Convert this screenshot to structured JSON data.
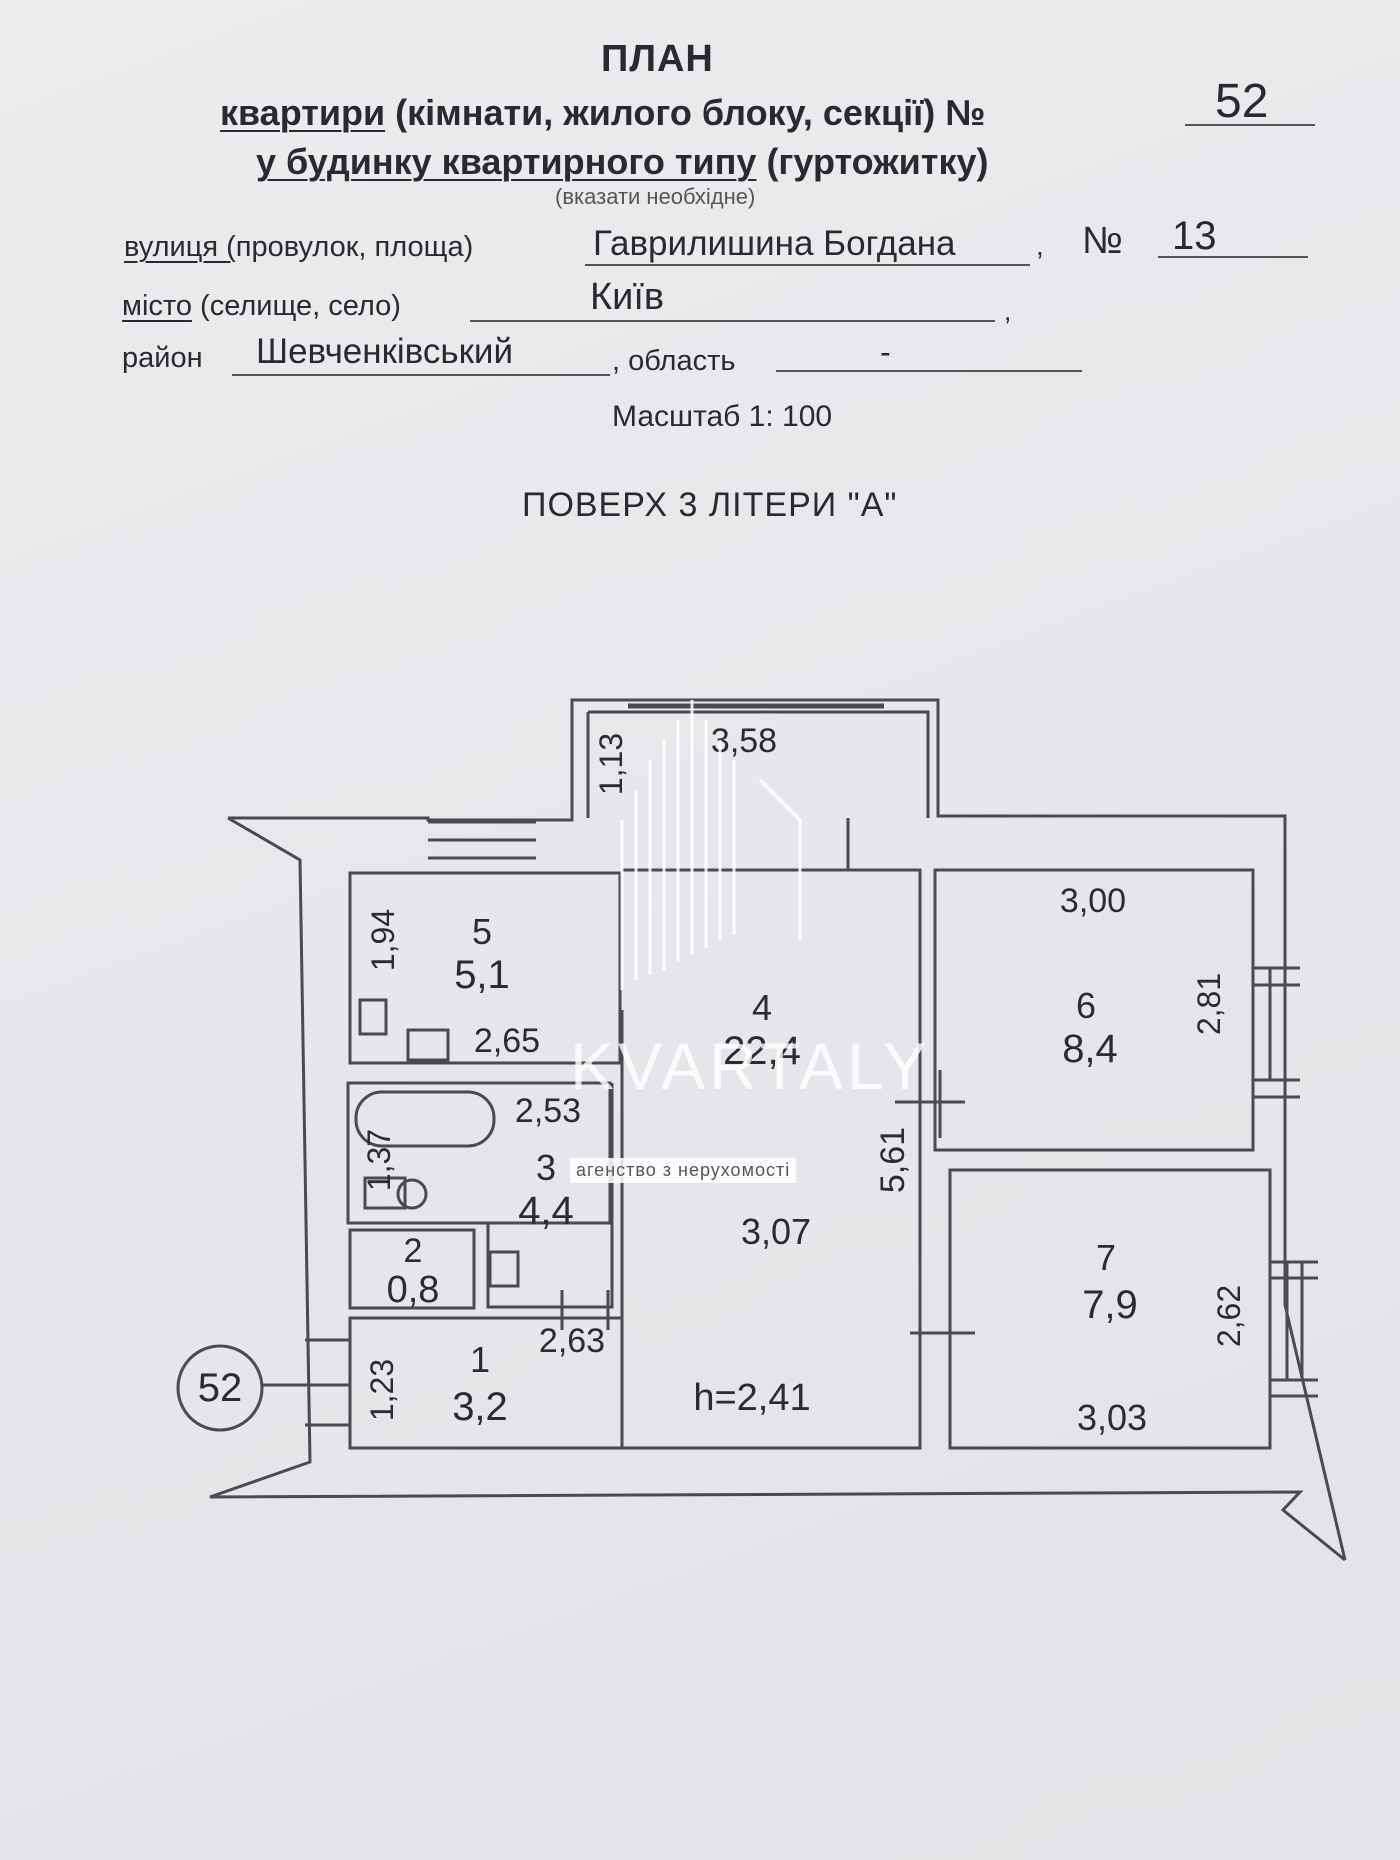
{
  "header": {
    "title": "ПЛАН",
    "line1_prefix": "квартири",
    "line1_rest": "(кімнати, жилого блоку, секції) №",
    "apt_no": "52",
    "line2_prefix": "у будинку квартирного типу",
    "line2_rest": "(гуртожитку)",
    "note": "(вказати необхідне)"
  },
  "address": {
    "street_label_prefix": "вулиця (",
    "street_label_rest": "провулок, площа)",
    "street_value": "Гаврилишина Богдана",
    "no_label": "№",
    "no_value": "13",
    "city_label_prefix": "місто",
    "city_label_rest": "(селище, село)",
    "city_value": "Київ",
    "district_label": "район",
    "district_value": "Шевченківський",
    "region_label": ", область",
    "region_value": "-",
    "scale": "Масштаб 1: 100",
    "floor": "ПОВЕРХ  3  ЛІТЕРИ \"А\""
  },
  "plan": {
    "apt_marker": "52",
    "height": "h=2,41",
    "rooms": [
      {
        "no": "1",
        "area": "3,2"
      },
      {
        "no": "2",
        "area": "0,8"
      },
      {
        "no": "3",
        "area": "4,4"
      },
      {
        "no": "4",
        "area": "22,4"
      },
      {
        "no": "5",
        "area": "5,1"
      },
      {
        "no": "6",
        "area": "8,4"
      },
      {
        "no": "7",
        "area": "7,9"
      }
    ],
    "dims": {
      "balcony_w": "3,58",
      "balcony_d": "1,13",
      "kitchen_h": "1,94",
      "kitchen_w": "2,65",
      "bath_w": "2,53",
      "bath_h": "1,37",
      "hall_w": "2,63",
      "entry_h": "1,23",
      "living_w": "3,07",
      "living_h": "5,61",
      "room6_w": "3,00",
      "room6_h": "2,81",
      "room7_h": "2,62",
      "room7_w": "3,03"
    }
  },
  "watermark": {
    "brand": "KVARTALY",
    "tagline": "агенство з нерухомості"
  }
}
